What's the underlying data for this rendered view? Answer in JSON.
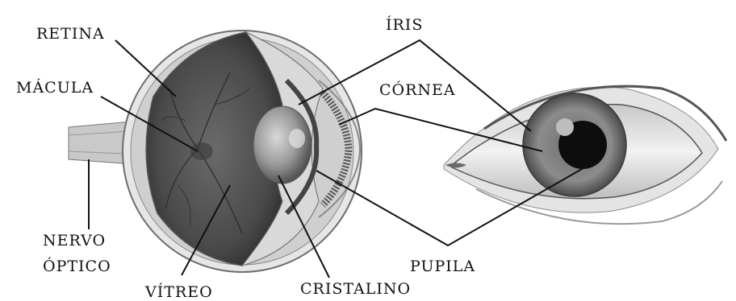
{
  "labels": {
    "retina": "RETINA",
    "macula": "MÁCULA",
    "iris": "ÍRIS",
    "cornea": "CÓRNEA",
    "nervo_line1": "NERVO",
    "nervo_line2": "ÓPTICO",
    "pupila": "PUPILA",
    "vitreo": "VÍTREO",
    "cristalino": "CRISTALINO"
  },
  "colors": {
    "background": "#ffffff",
    "line": "#111111",
    "text": "#111111"
  }
}
